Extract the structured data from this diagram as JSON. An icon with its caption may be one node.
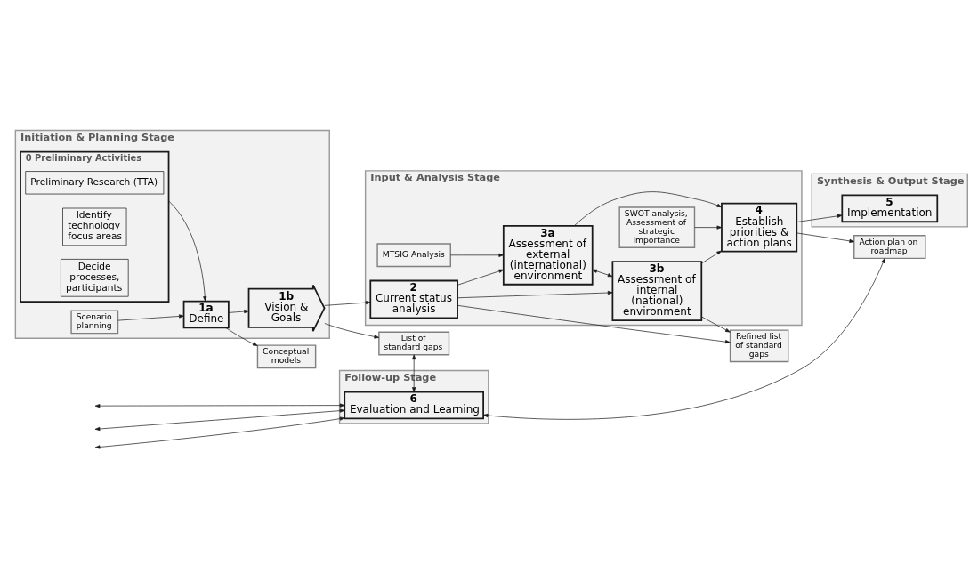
{
  "diagram": {
    "nodes": [
      {
        "text": [
          "Initiation & Planning Stage"
        ]
      },
      {
        "text": [
          "0 Preliminary Activities"
        ],
        "in": 0
      },
      {
        "text": [
          "Preliminary Research (TTA)"
        ],
        "in": 1
      },
      {
        "text": [
          "Identify technology focus areas"
        ],
        "in": 1
      },
      {
        "text": [
          "Decide processes, participants"
        ],
        "in": 1
      },
      {
        "text": [
          "Scenario planning"
        ],
        "in": 0
      },
      {
        "text": [
          "1a",
          "Define"
        ],
        "in": 0
      },
      {
        "text": [
          "1b",
          "Vision & Goals"
        ],
        "in": 0
      },
      {
        "text": [
          "Input & Analysis Stage"
        ]
      },
      {
        "text": [
          "MTSIG Analysis"
        ],
        "in": 8
      },
      {
        "text": [
          "2",
          "Current status analysis"
        ],
        "in": 8
      },
      {
        "text": [
          "3a",
          "Assessment of external (international) environment"
        ],
        "in": 8
      },
      {
        "text": [
          "3b",
          "Assessment of internal (national) environment"
        ],
        "in": 8
      },
      {
        "text": [
          "SWOT analysis, Assessment of strategic importance"
        ],
        "in": 8
      },
      {
        "text": [
          "4",
          "Establish priorities & action plans"
        ],
        "in": 8
      },
      {
        "text": [
          "Synthesis & Output Stage"
        ]
      },
      {
        "text": [
          "5",
          "Implementation"
        ],
        "in": 15
      },
      {
        "text": [
          "Conceptual models"
        ]
      },
      {
        "text": [
          "List of standard gaps"
        ]
      },
      {
        "text": [
          "Refined list of standard gaps"
        ]
      },
      {
        "text": [
          "Action plan on roadmap"
        ]
      },
      {
        "text": [
          "Follow-up Stage"
        ]
      },
      {
        "text": [
          "6",
          "Evaluation and Learning"
        ],
        "in": 21
      }
    ],
    "edges": [
      {
        "from": 1,
        "to": 6,
        "arrow": "to"
      },
      {
        "from": 5,
        "to": 6,
        "arrow": "to"
      },
      {
        "from": 6,
        "to": 7,
        "arrow": "to"
      },
      {
        "from": 7,
        "to": 10,
        "arrow": "to"
      },
      {
        "from": 7,
        "to": 18,
        "arrow": "to"
      },
      {
        "from": 9,
        "to": 11,
        "arrow": "to"
      },
      {
        "from": 10,
        "to": 11,
        "arrow": "to"
      },
      {
        "from": 10,
        "to": 12,
        "arrow": "to"
      },
      {
        "from": 11,
        "to": 12,
        "arrow": "both"
      },
      {
        "from": 11,
        "to": 14,
        "arrow": "to"
      },
      {
        "from": 12,
        "to": 14,
        "arrow": "to"
      },
      {
        "from": 13,
        "to": 14,
        "arrow": "to"
      },
      {
        "from": 14,
        "to": 16,
        "arrow": "to"
      },
      {
        "from": 6,
        "to": 17,
        "arrow": "to"
      },
      {
        "from": 10,
        "to": 19,
        "arrow": "to"
      },
      {
        "from": 12,
        "to": 19,
        "arrow": "to"
      },
      {
        "from": 14,
        "to": 20,
        "arrow": "to"
      },
      {
        "from": 18,
        "to": 22,
        "arrow": "both"
      },
      {
        "from": null,
        "to": 22,
        "arrow": "both"
      },
      {
        "from": null,
        "to": 22,
        "arrow": "both"
      },
      {
        "from": 20,
        "to": 22,
        "arrow": "both"
      },
      {
        "from": null,
        "to": 22,
        "arrow": "both"
      }
    ]
  }
}
